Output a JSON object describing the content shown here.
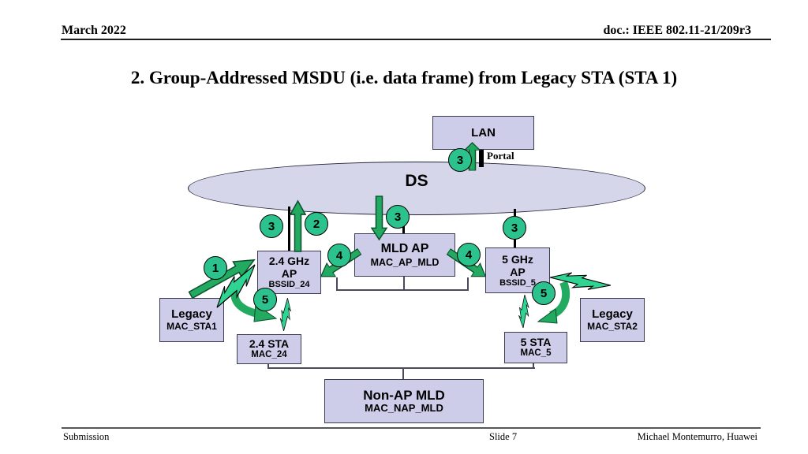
{
  "header": {
    "date": "March 2022",
    "doc": "doc.: IEEE 802.11-21/209r3"
  },
  "title": "2. Group-Addressed MSDU (i.e. data frame) from Legacy STA (STA 1)",
  "footer": {
    "left": "Submission",
    "center": "Slide 7",
    "right": "Michael Montemurro, Huawei"
  },
  "diagram": {
    "ds_label": "DS",
    "portal_label": "Portal",
    "nodes": {
      "lan": {
        "title": "LAN"
      },
      "mld_ap": {
        "title": "MLD AP",
        "subtitle": "MAC_AP_MLD"
      },
      "ap24": {
        "title": "2.4 GHz",
        "line2": "AP",
        "subtitle": "BSSID_24"
      },
      "ap5": {
        "title": "5 GHz",
        "line2": "AP",
        "subtitle": "BSSID_5"
      },
      "legacy1": {
        "title": "Legacy",
        "subtitle": "MAC_STA1"
      },
      "legacy2": {
        "title": "Legacy",
        "subtitle": "MAC_STA2"
      },
      "sta24": {
        "title": "2.4 STA",
        "subtitle": "MAC_24"
      },
      "sta5": {
        "title": "5 STA",
        "subtitle": "MAC_5"
      },
      "nap_mld": {
        "title": "Non-AP MLD",
        "subtitle": "MAC_NAP_MLD"
      }
    },
    "steps": {
      "s1": "1",
      "s2": "2",
      "s3": "3",
      "s4": "4",
      "s5": "5"
    },
    "colors": {
      "node_fill": "#cdcdea",
      "node_border": "#3a3a52",
      "ellipse_fill": "#d6d6ea",
      "step_fill": "#2cc28e",
      "arrow_green": "#21aa60",
      "bolt_green": "#2fd492",
      "bracket_gray": "#4a4a5a"
    }
  }
}
